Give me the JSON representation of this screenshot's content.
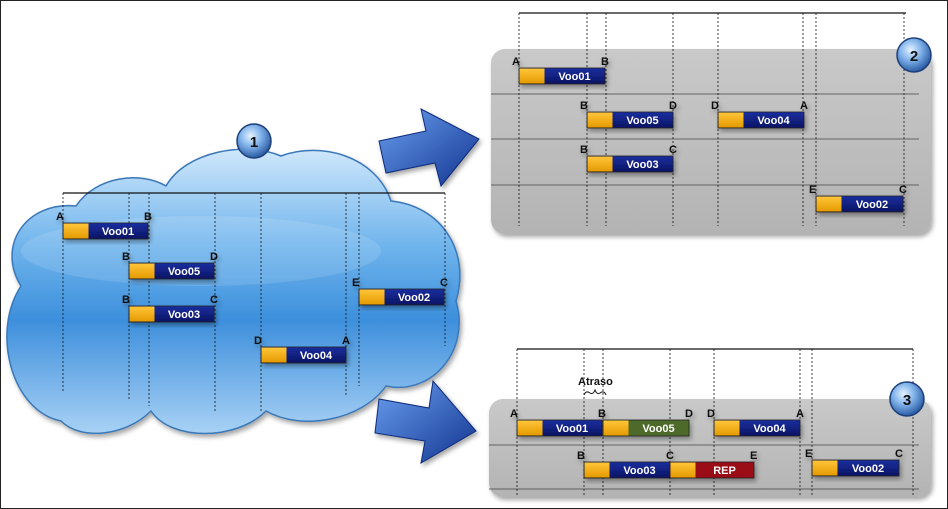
{
  "panels": {
    "panel1": {
      "badge": "1",
      "flights": [
        {
          "id": "Voo01",
          "from": "A",
          "to": "B"
        },
        {
          "id": "Voo05",
          "from": "B",
          "to": "D"
        },
        {
          "id": "Voo03",
          "from": "B",
          "to": "C"
        },
        {
          "id": "Voo02",
          "from": "E",
          "to": "C"
        },
        {
          "id": "Voo04",
          "from": "D",
          "to": "A"
        }
      ]
    },
    "panel2": {
      "badge": "2",
      "flights": [
        {
          "id": "Voo01",
          "from": "A",
          "to": "B"
        },
        {
          "id": "Voo05",
          "from": "B",
          "to": "D"
        },
        {
          "id": "Voo04",
          "from": "D",
          "to": "A"
        },
        {
          "id": "Voo03",
          "from": "B",
          "to": "C"
        },
        {
          "id": "Voo02",
          "from": "E",
          "to": "C"
        }
      ]
    },
    "panel3": {
      "badge": "3",
      "delay_label": "Atraso",
      "flights": [
        {
          "id": "Voo01",
          "from": "A",
          "to": "B"
        },
        {
          "id": "Voo05",
          "from": "",
          "to": "D"
        },
        {
          "id": "Voo04",
          "from": "D",
          "to": "A"
        },
        {
          "id": "Voo03",
          "from": "B",
          "to": "C"
        },
        {
          "id": "REP",
          "from": "",
          "to": "E"
        },
        {
          "id": "Voo02",
          "from": "E",
          "to": "C"
        }
      ]
    }
  },
  "colors": {
    "flight_bar": "#0b1a7a",
    "turnaround": "#f6b41c",
    "delayed_flight": "#4e6b2a",
    "repositioning": "#9a0d12",
    "panel_gray": "#bdbdbd",
    "cloud_blue": "#5ea8e6",
    "arrow_blue": "#1f4fb0"
  }
}
